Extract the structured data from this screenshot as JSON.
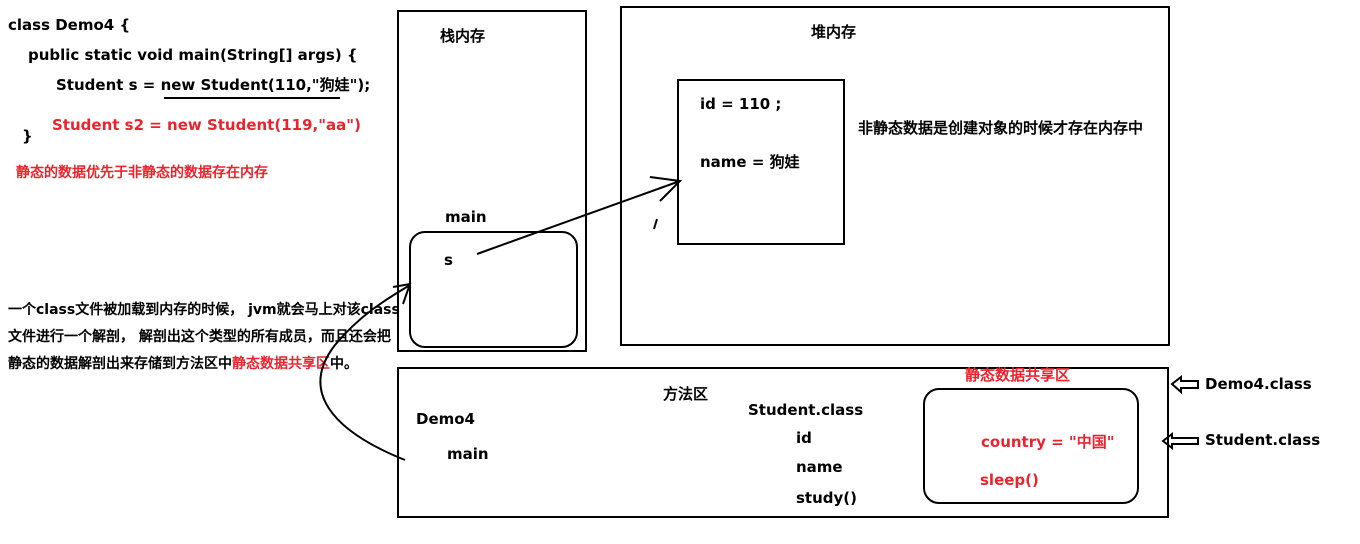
{
  "code": {
    "line1": "class Demo4 {",
    "line2": "public static void main(String[] args) {",
    "line3": "Student s  = new Student(110,\"狗娃\");",
    "line4": "Student s2 = new Student(119,\"aa\")",
    "line5": "}"
  },
  "static_note": "静态的数据优先于非静态的数据存在内存",
  "load_note": {
    "prefix": "一个class文件被加载到内存的时候， jvm就会马上对该class文件进行一个解剖， 解剖出这个类型的所有成员，而且还会把静态的数据解剖出来存储到方法区中",
    "highlight": "静态数据共享区",
    "suffix": "中。"
  },
  "stack": {
    "title": "栈内存",
    "frame": "main",
    "var": "s"
  },
  "heap": {
    "title": "堆内存",
    "field1": "id  = 110 ;",
    "field2": "name = 狗娃",
    "note": "非静态数据是创建对象的时候才存在内存中"
  },
  "method_area": {
    "title": "方法区",
    "demo4_class": "Demo4",
    "demo4_method": "main",
    "student_class": "Student.class",
    "student_members": [
      "id",
      "name",
      "study()"
    ],
    "shared_title": "静态数据共享区",
    "shared_items": [
      "country = \"中国\"",
      "sleep()"
    ]
  },
  "side_labels": [
    "Demo4.class",
    "Student.class"
  ],
  "colors": {
    "accent_red": "#e8252e",
    "ink": "#000000"
  }
}
